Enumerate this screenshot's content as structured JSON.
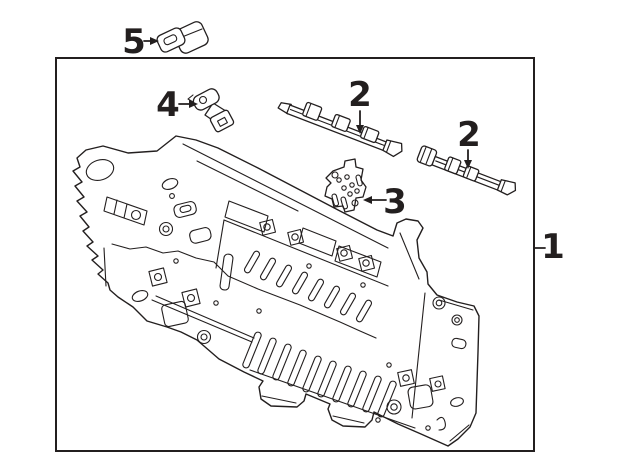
{
  "colors": {
    "background": "#ffffff",
    "line_color": "#231f1f"
  },
  "callouts": [
    {
      "id": "callout-1",
      "label": "1"
    },
    {
      "id": "callout-2-left",
      "label": "2"
    },
    {
      "id": "callout-2-right",
      "label": "2"
    },
    {
      "id": "callout-3",
      "label": "3"
    },
    {
      "id": "callout-4",
      "label": "4"
    },
    {
      "id": "callout-5",
      "label": "5"
    }
  ]
}
